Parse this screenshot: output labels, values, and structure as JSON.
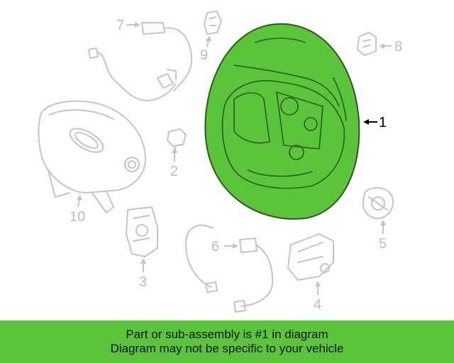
{
  "banner": {
    "line1": "Part or sub-assembly is #1 in diagram",
    "line2": "Diagram may not be specific to your vehicle"
  },
  "callouts": {
    "c1": "1",
    "c2": "2",
    "c3": "3",
    "c4": "4",
    "c5": "5",
    "c6": "6",
    "c7": "7",
    "c8": "8",
    "c9": "9",
    "c10": "10"
  },
  "colors": {
    "highlight": "#5ac43a",
    "line_art": "#c4c4c4"
  }
}
